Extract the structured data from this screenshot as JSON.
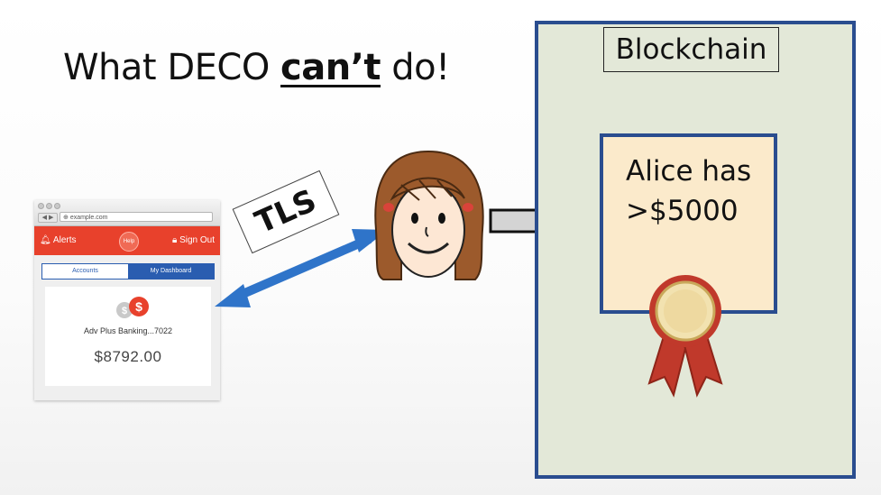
{
  "slide": {
    "title_prefix": "What DECO ",
    "title_emphasis": "can’t",
    "title_suffix": " do!"
  },
  "browser": {
    "url": "example.com",
    "alerts_label": "Alerts",
    "help_label": "Help",
    "signout_label": "Sign Out",
    "tabs": [
      "Accounts",
      "My Dashboard"
    ],
    "account_name": "Adv Plus Banking...7022",
    "balance": "$8792.00",
    "accent_color": "#e8412c",
    "tab_color": "#2a5db0"
  },
  "channel": {
    "label": "TLS",
    "arrow_color": "#2f74c9"
  },
  "user": {
    "icon": "girl-face-icon"
  },
  "blockchain": {
    "label": "Blockchain",
    "claim_line1": "Alice has",
    "claim_line2": ">$5000",
    "border_color": "#2a4d8f",
    "seal_icon": "award-ribbon-icon"
  }
}
